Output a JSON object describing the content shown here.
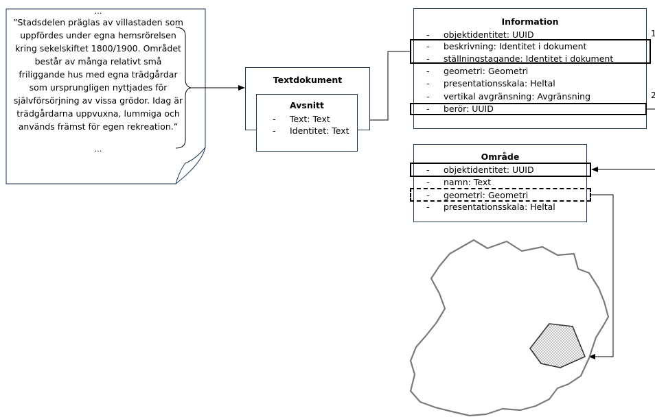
{
  "quote_doc": {
    "ellipsis_top": "…",
    "lines": [
      "”Stadsdelen präglas av villastaden som",
      "uppfördes under egna hemsrörelsen",
      "kring sekelskiftet 1800/1900. Området",
      "består av många relativt små",
      "friliggande hus med egna trädgårdar",
      "som ursprungligen nyttjades för",
      "självförsörjning av vissa grödor. Idag är",
      "trädgårdarna uppvuxna, lummiga och",
      "används främst för egen rekreation.”"
    ],
    "ellipsis_bottom": "…"
  },
  "textdokument": {
    "title": "Textdokument",
    "avsnitt": {
      "title": "Avsnitt",
      "attributes": [
        {
          "dash": "-",
          "text": "Text: Text"
        },
        {
          "dash": "-",
          "text": "Identitet: Text"
        }
      ]
    }
  },
  "information": {
    "title": "Information",
    "attributes": [
      {
        "dash": "-",
        "text": "objektidentitet: UUID"
      },
      {
        "dash": "-",
        "text": "beskrivning: Identitet i dokument"
      },
      {
        "dash": "-",
        "text": "ställningstagande: Identitet i dokument"
      },
      {
        "dash": "-",
        "text": "geometri: Geometri"
      },
      {
        "dash": "-",
        "text": "presentationsskala: Heltal"
      },
      {
        "dash": "-",
        "text": "vertikal avgränsning: Avgränsning"
      },
      {
        "dash": "-",
        "text": "berör: UUID"
      }
    ],
    "cut_marks": [
      "1",
      "2"
    ]
  },
  "omrade": {
    "title": "Område",
    "attributes": [
      {
        "dash": "-",
        "text": "objektidentitet: UUID"
      },
      {
        "dash": "-",
        "text": "namn: Text"
      },
      {
        "dash": "-",
        "text": "geometri: Geometri"
      },
      {
        "dash": "-",
        "text": "presentationsskala: Heltal"
      }
    ]
  },
  "colors": {
    "box_border": "#1f3550",
    "map_border": "#7a7a7a",
    "highlight_border": "#000000"
  }
}
